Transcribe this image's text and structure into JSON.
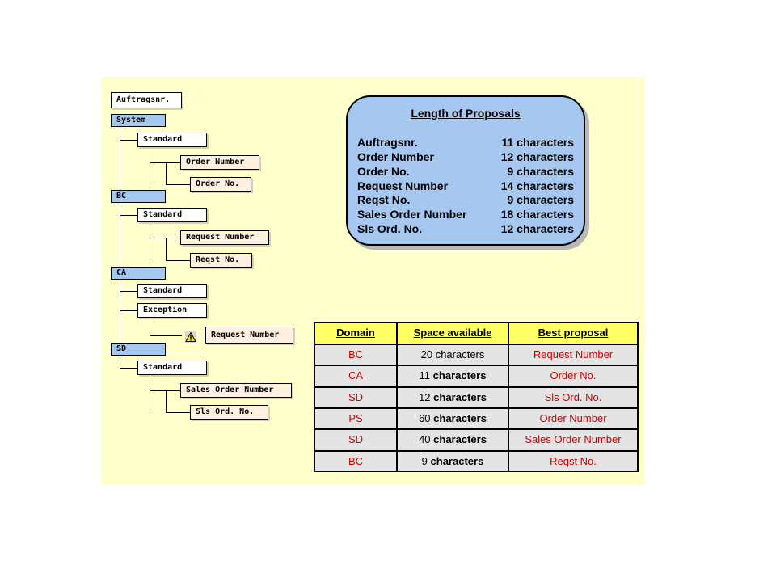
{
  "tree": {
    "root": "Auftragsnr.",
    "domains": [
      {
        "label": "System",
        "children": [
          {
            "label": "Standard",
            "items": [
              "Order Number",
              "Order No."
            ]
          }
        ]
      },
      {
        "label": "BC",
        "children": [
          {
            "label": "Standard",
            "items": [
              "Request Number",
              "Reqst No."
            ]
          }
        ]
      },
      {
        "label": "CA",
        "children": [
          {
            "label": "Standard",
            "items": []
          },
          {
            "label": "Exception",
            "items": [
              "Request Number"
            ]
          }
        ]
      },
      {
        "label": "SD",
        "children": [
          {
            "label": "Standard",
            "items": [
              "Sales Order Number",
              "Sls Ord. No."
            ]
          }
        ]
      }
    ]
  },
  "proposals": {
    "title": "Length of Proposals",
    "rows": [
      {
        "name": "Auftragsnr.",
        "length": "11 characters"
      },
      {
        "name": "Order Number",
        "length": "12 characters"
      },
      {
        "name": "Order No.",
        "length": "9 characters"
      },
      {
        "name": "Request Number",
        "length": "14 characters"
      },
      {
        "name": "Reqst No.",
        "length": "9 characters"
      },
      {
        "name": "Sales Order Number",
        "length": "18 characters"
      },
      {
        "name": "Sls Ord. No.",
        "length": "12 characters"
      }
    ]
  },
  "table": {
    "headers": [
      "Domain",
      "Space available",
      "Best proposal"
    ],
    "rows": [
      {
        "domain": "BC",
        "space_num": "20",
        "space_unit": "characters",
        "proposal": "Request Number"
      },
      {
        "domain": "CA",
        "space_num": "11",
        "space_unit": "characters",
        "proposal": "Order No."
      },
      {
        "domain": "SD",
        "space_num": "12",
        "space_unit": "characters",
        "proposal": "Sls Ord. No."
      },
      {
        "domain": "PS",
        "space_num": "60",
        "space_unit": "characters",
        "proposal": "Order Number"
      },
      {
        "domain": "SD",
        "space_num": "40",
        "space_unit": "characters",
        "proposal": "Sales Order Number"
      },
      {
        "domain": "BC",
        "space_num": "9",
        "space_unit": "characters",
        "proposal": "Reqst No."
      }
    ]
  },
  "colors": {
    "panel": "#ffffcc",
    "domain_node": "#a6c8f0",
    "table_header": "#ffff66",
    "table_body": "#e4e4e4",
    "proposal_text": "#cc0000"
  },
  "icons": {
    "exception_marker": "warning-icon"
  }
}
